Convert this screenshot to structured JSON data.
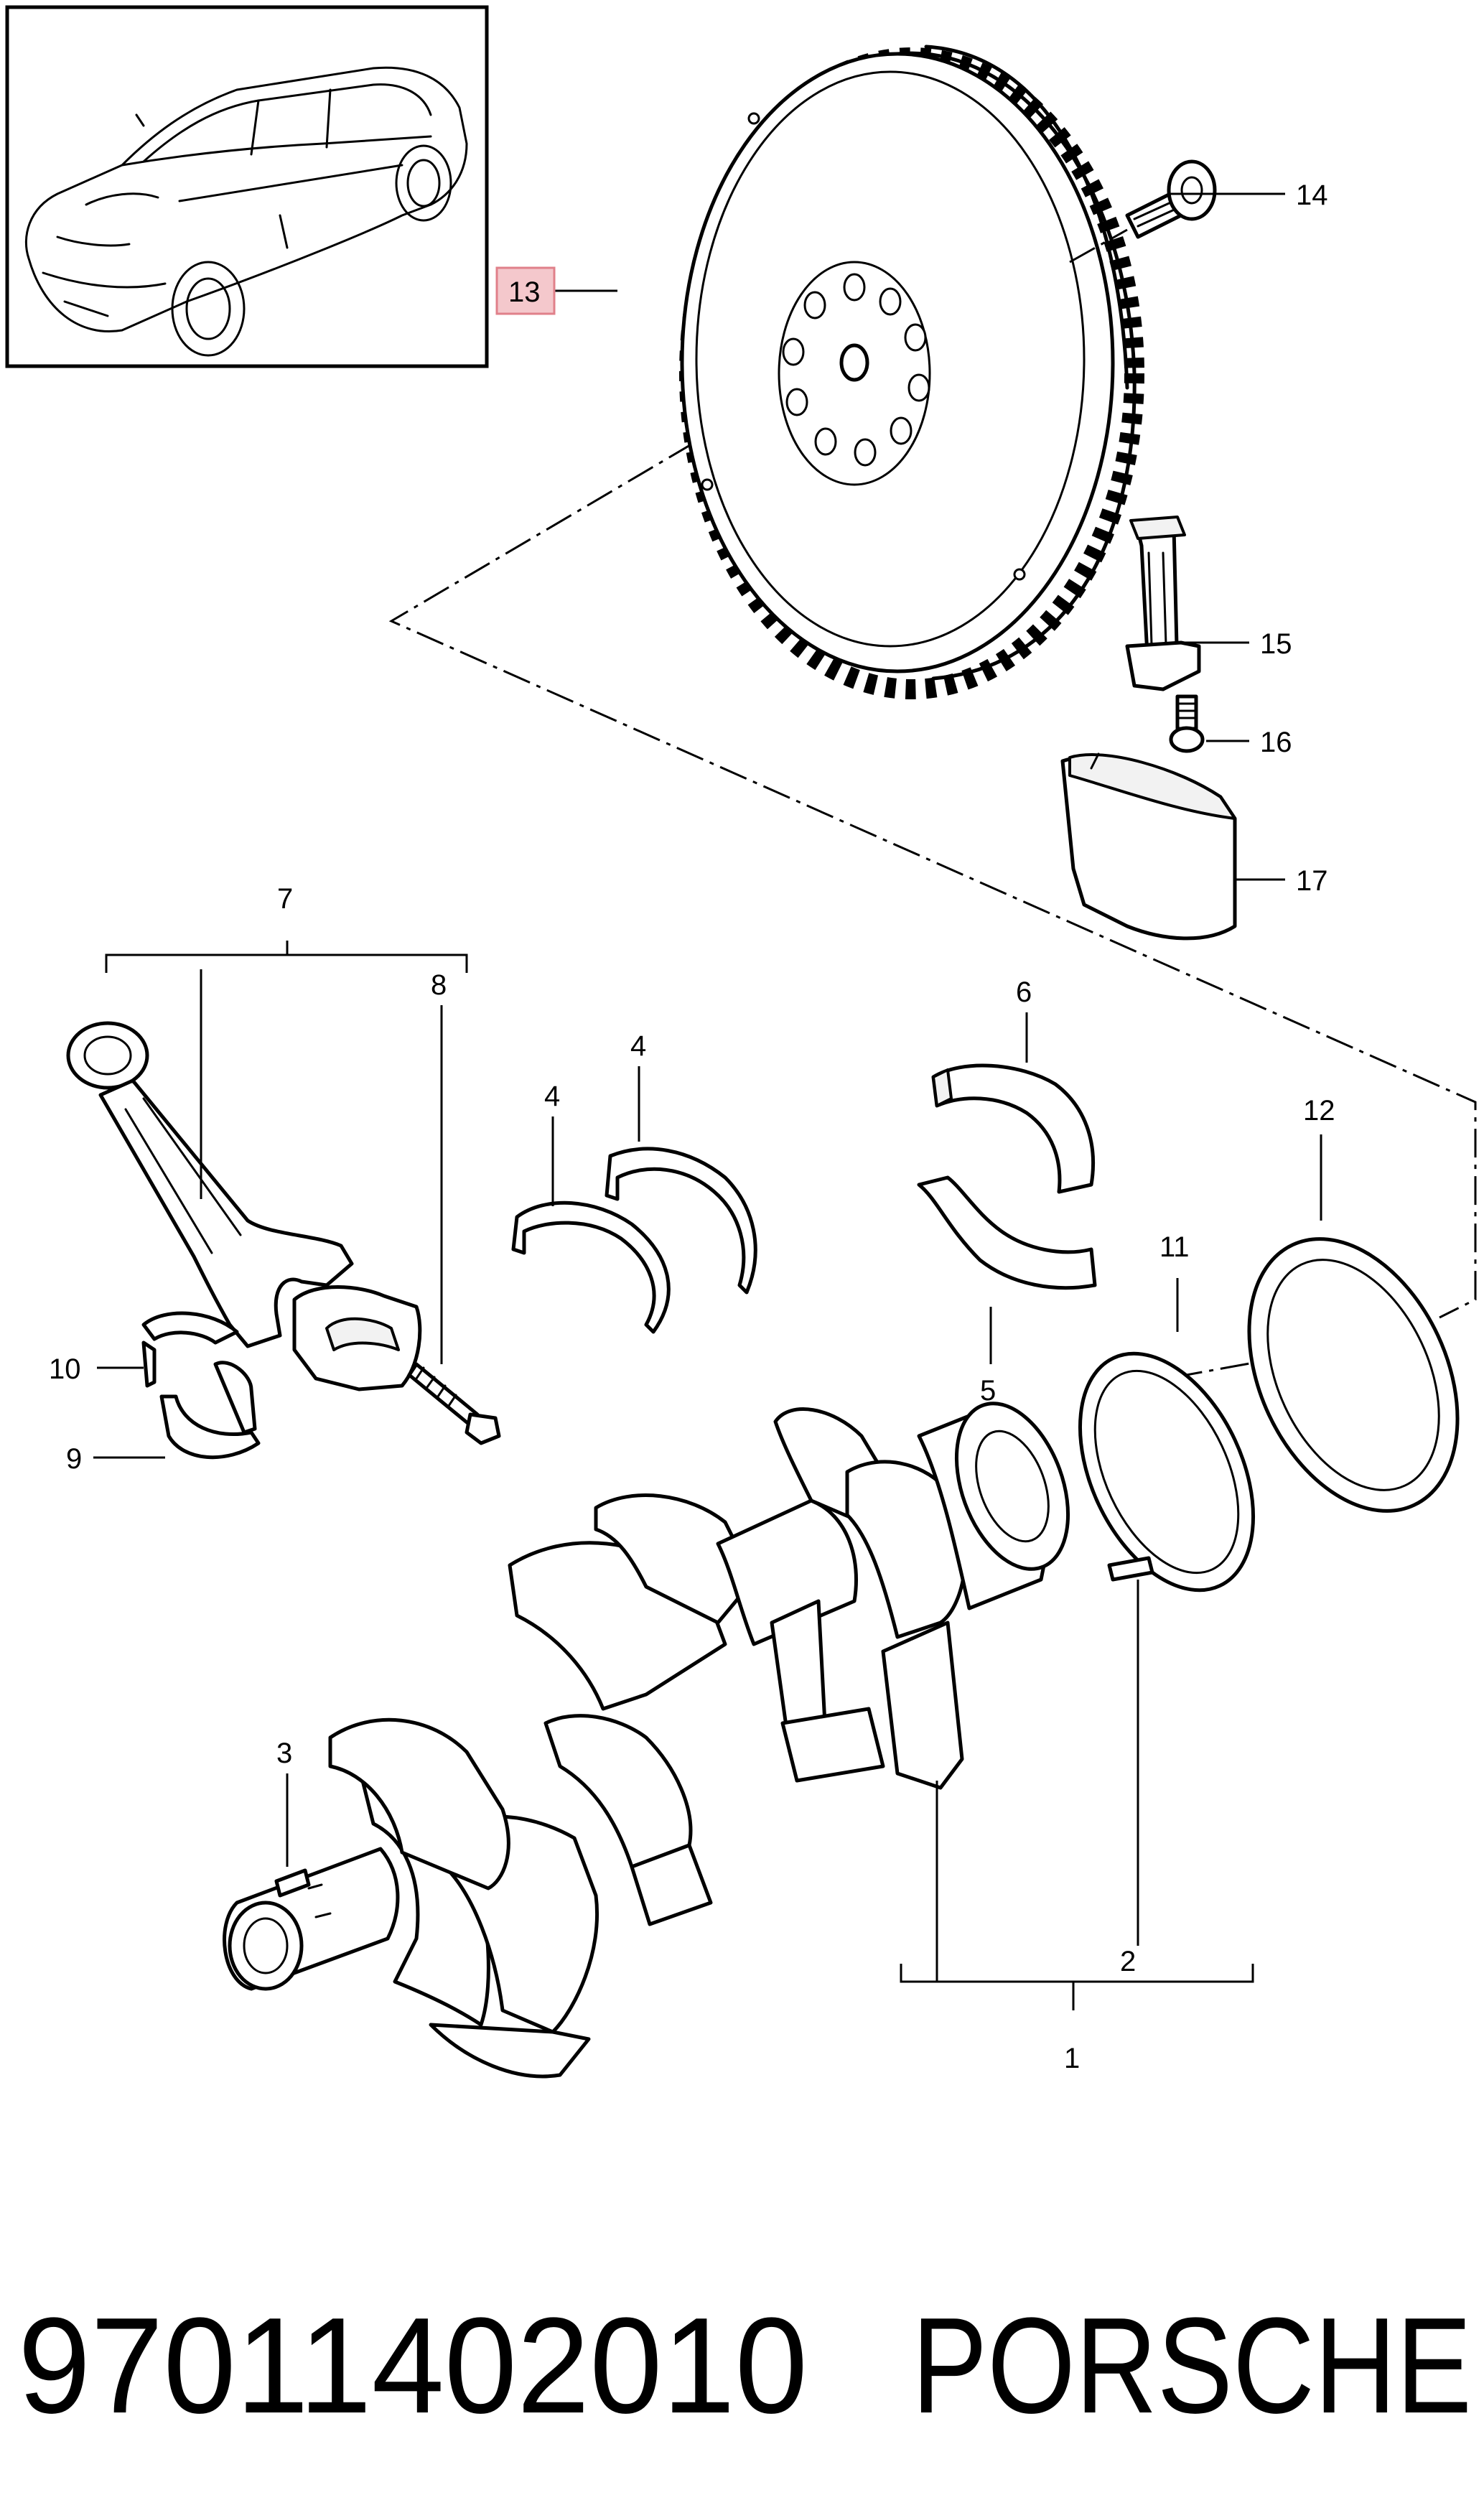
{
  "callouts": {
    "c1": "1",
    "c2": "2",
    "c3": "3",
    "c4a": "4",
    "c4b": "4",
    "c5": "5",
    "c6": "6",
    "c7": "7",
    "c8": "8",
    "c9": "9",
    "c10": "10",
    "c11": "11",
    "c12": "12",
    "c13": "13",
    "c14": "14",
    "c15": "15",
    "c16": "16",
    "c17": "17"
  },
  "highlight_color": "#f4c8cc",
  "footer": {
    "part_number": "97011402010",
    "brand": "PORSCHE"
  }
}
